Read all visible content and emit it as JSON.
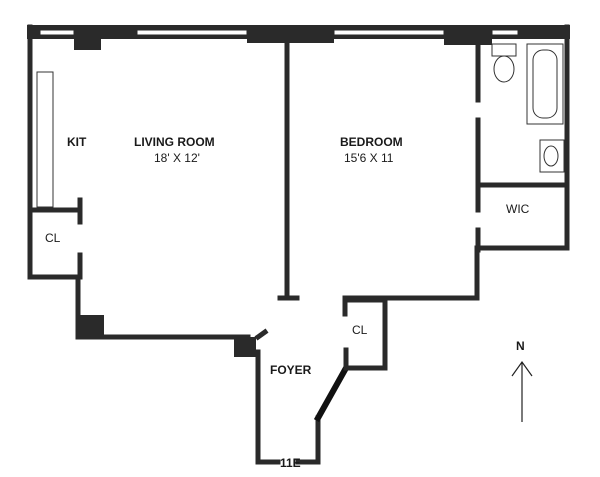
{
  "rooms": {
    "kitchen": "KIT",
    "living_room": "LIVING ROOM",
    "living_room_dims": "18' X 12'",
    "bedroom": "BEDROOM",
    "bedroom_dims": "15'6 X 11",
    "walk_in_closet": "WIC",
    "closet_left": "CL",
    "closet_foyer": "CL",
    "foyer": "FOYER"
  },
  "unit_label": "11E",
  "compass": {
    "north_label": "N"
  },
  "colors": {
    "wall": "#2a2a2a",
    "background": "#ffffff"
  }
}
